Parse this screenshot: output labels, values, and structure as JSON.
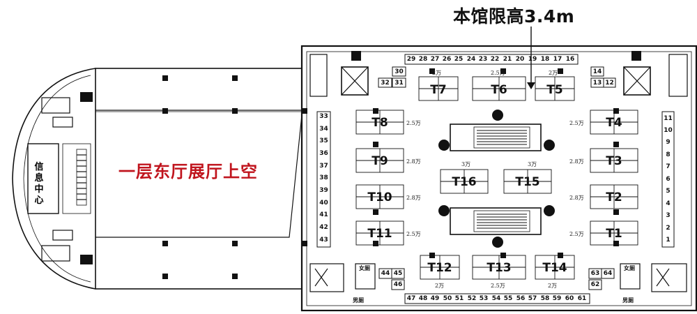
{
  "header": {
    "ceiling_height": "本馆限高3.4m"
  },
  "hall_void_label": "一层东厅展厅上空",
  "info_center_chars": [
    "信",
    "息",
    "中",
    "心"
  ],
  "toilets": {
    "female": "女厕",
    "male": "男厕"
  },
  "booths_top": [
    "29",
    "28",
    "27",
    "26",
    "25",
    "24",
    "23",
    "22",
    "21",
    "20",
    "19",
    "18",
    "17",
    "16"
  ],
  "booths_bottom": [
    "47",
    "48",
    "49",
    "50",
    "51",
    "52",
    "53",
    "54",
    "55",
    "56",
    "57",
    "58",
    "59",
    "60",
    "61"
  ],
  "booths_left": [
    "33",
    "34",
    "35",
    "36",
    "37",
    "38",
    "39",
    "40",
    "41",
    "42",
    "43"
  ],
  "booths_right": [
    "11",
    "10",
    "9",
    "8",
    "7",
    "6",
    "5",
    "4",
    "3",
    "2",
    "1"
  ],
  "booths_misc": {
    "b30": "30",
    "b31": "31",
    "b32": "32",
    "b14": "14",
    "b13": "13",
    "b12": "12",
    "b44": "44",
    "b45": "45",
    "b46": "46",
    "b63": "63",
    "b64": "64",
    "b62": "62"
  },
  "stands": {
    "t1": "T1",
    "t2": "T2",
    "t3": "T3",
    "t4": "T4",
    "t5": "T5",
    "t6": "T6",
    "t7": "T7",
    "t8": "T8",
    "t9": "T9",
    "t10": "T10",
    "t11": "T11",
    "t12": "T12",
    "t13": "T13",
    "t14": "T14",
    "t15": "T15",
    "t16": "T16"
  },
  "capacities": {
    "t1": "2.5万",
    "t2": "2.8万",
    "t3": "2.8万",
    "t4": "2.5万",
    "t5": "2万",
    "t6": "2.5万",
    "t7": "2万",
    "t8": "2.5万",
    "t9": "2.8万",
    "t10": "2.8万",
    "t11": "2.5万",
    "t12": "2万",
    "t13": "2.5万",
    "t14": "2万",
    "t15": "3万",
    "t16": "3万"
  }
}
